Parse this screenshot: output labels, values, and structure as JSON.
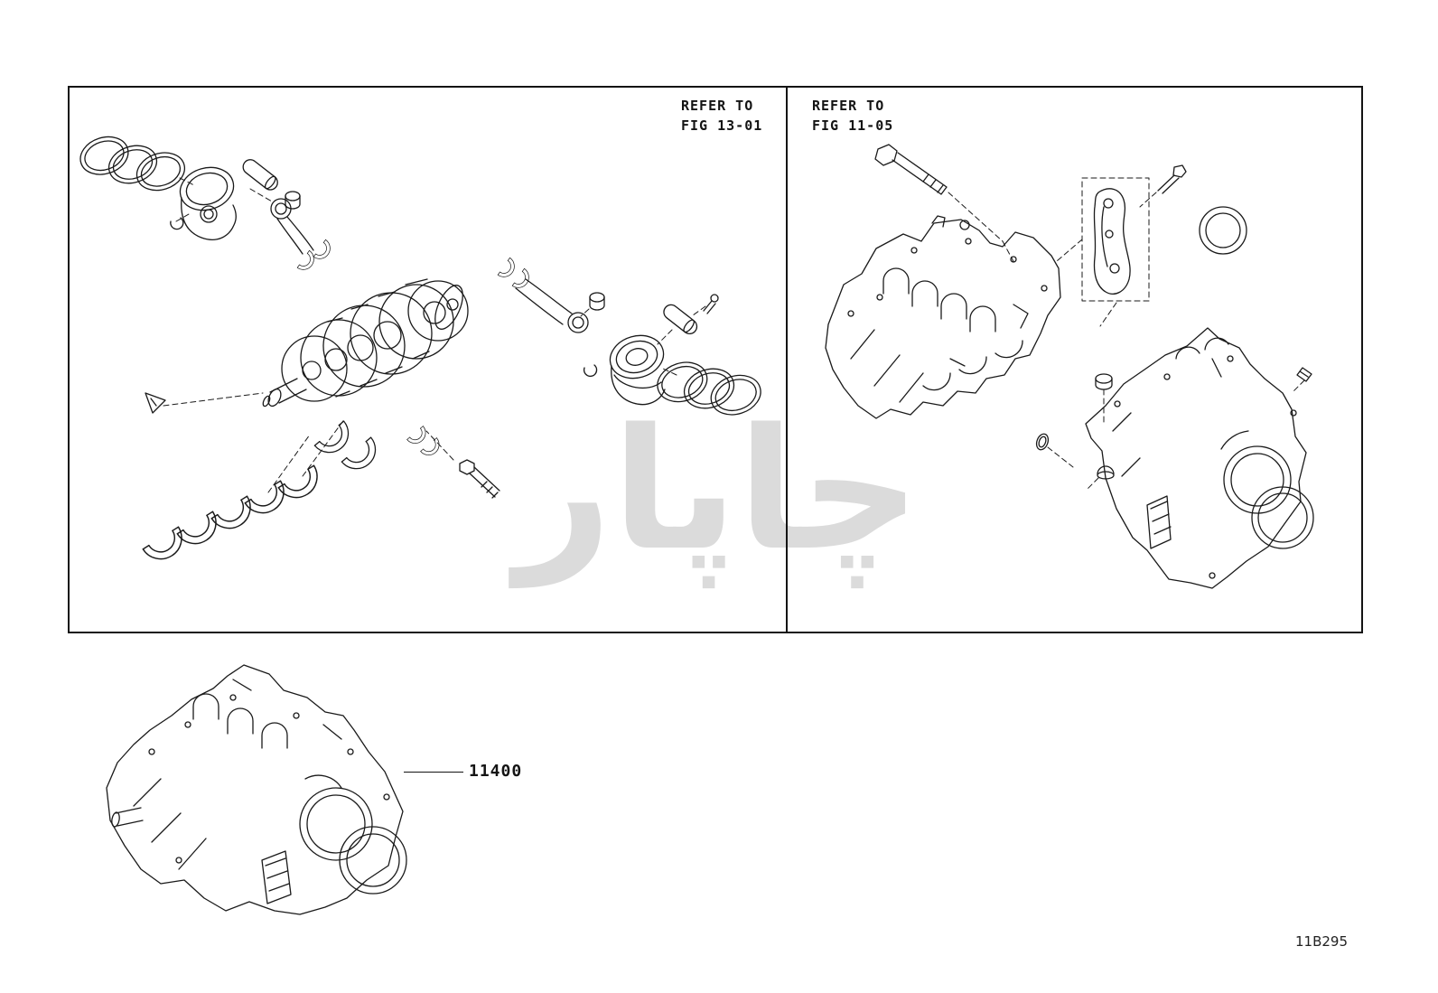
{
  "frame": {
    "left_panel": {
      "ref_line1": "REFER TO",
      "ref_line2": "FIG 13-01"
    },
    "right_panel": {
      "ref_line1": "REFER TO",
      "ref_line2": "FIG 11-05"
    }
  },
  "callout": {
    "part_number": "11400"
  },
  "footer": {
    "figure_code": "11B295"
  },
  "watermark": {
    "text": "چاپار"
  },
  "colors": {
    "line": "#1a1a1a",
    "watermark": "#dbdbdb",
    "background": "#ffffff"
  }
}
